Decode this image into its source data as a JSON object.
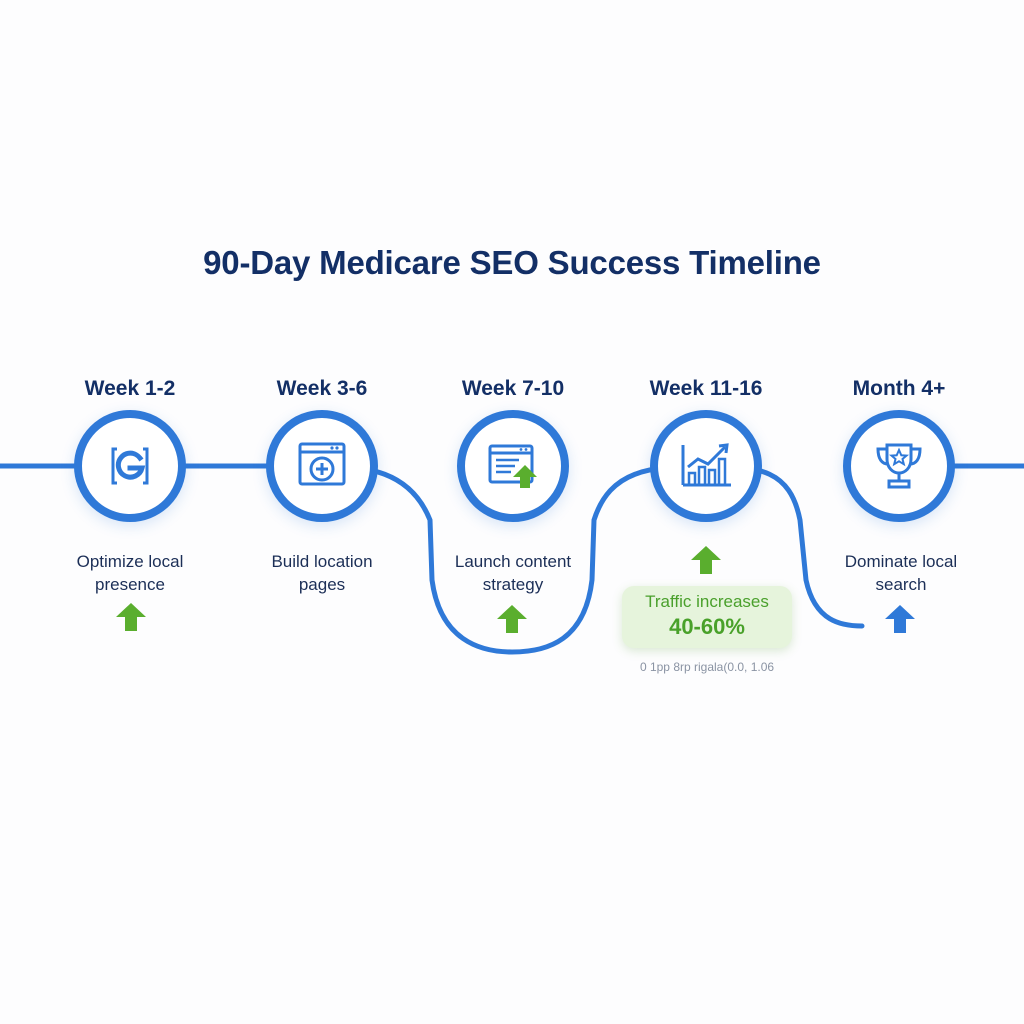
{
  "title": "90-Day Medicare SEO Success Timeline",
  "colors": {
    "primary_blue": "#2f79d8",
    "navy_text": "#132f66",
    "growth_green": "#5aae2e",
    "badge_background": "#e6f4dc"
  },
  "stages": [
    {
      "label": "Week 1-2",
      "description_line1": "Optimize local",
      "description_line2": "presence",
      "icon": "google-g-icon",
      "arrow_color": "green"
    },
    {
      "label": "Week 3-6",
      "description_line1": "Build location",
      "description_line2": "pages",
      "icon": "add-page-icon",
      "arrow_color": "green"
    },
    {
      "label": "Week 7-10",
      "description_line1": "Launch content",
      "description_line2": "strategy",
      "icon": "content-growth-icon",
      "arrow_color": "green"
    },
    {
      "label": "Week 11-16",
      "description_line1": "",
      "description_line2": "",
      "icon": "bar-chart-trend-icon",
      "arrow_color": "green"
    },
    {
      "label": "Month 4+",
      "description_line1": "Dominate local",
      "description_line2": "search",
      "icon": "trophy-icon",
      "arrow_color": "blue"
    }
  ],
  "traffic_badge": {
    "line1": "Traffic increases",
    "line2": "40-60%"
  },
  "footnote": "0 1pp 8rp rigala(0.0, 1.06"
}
